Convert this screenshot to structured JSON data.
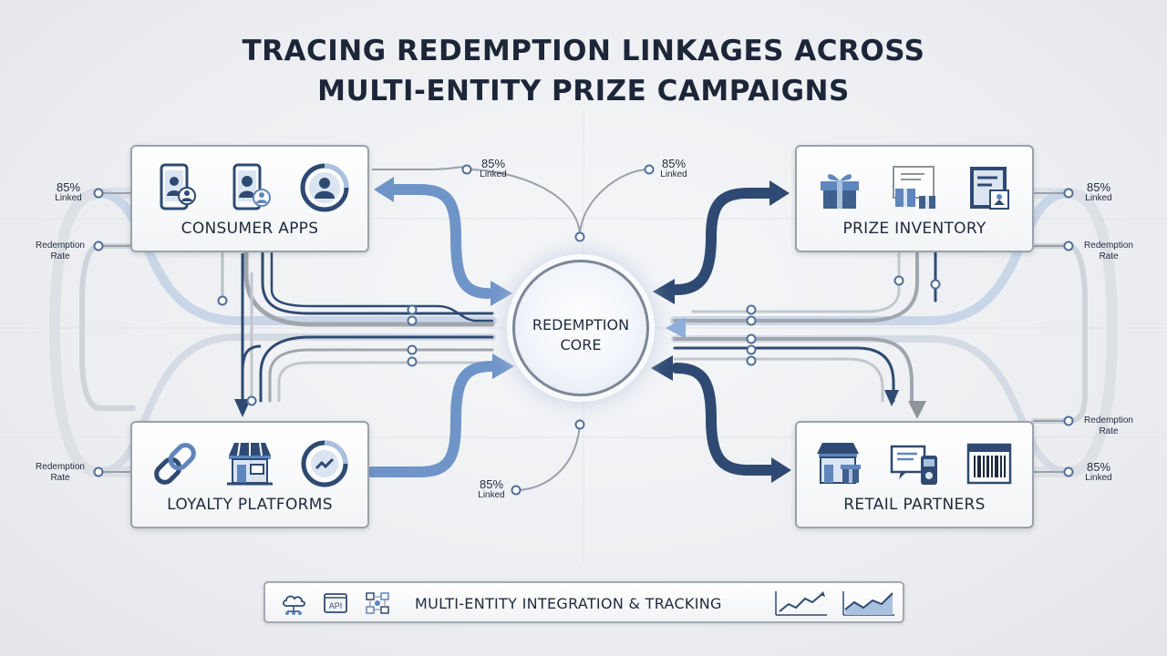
{
  "title": {
    "line1": "TRACING REDEMPTION LINKAGES ACROSS",
    "line2": "MULTI-ENTITY PRIZE CAMPAIGNS"
  },
  "core": {
    "line1": "REDEMPTION",
    "line2": "CORE"
  },
  "entities": {
    "consumer_apps": {
      "label": "CONSUMER APPS",
      "icons": [
        "mobile-user-icon",
        "mobile-users-icon",
        "user-circle-icon"
      ]
    },
    "prize_inventory": {
      "label": "PRIZE INVENTORY",
      "icons": [
        "gift-box-icon",
        "gift-voucher-icon",
        "prize-card-icon"
      ]
    },
    "loyalty_platforms": {
      "label": "LOYALTY PLATFORMS",
      "icons": [
        "chain-link-icon",
        "storefront-icon",
        "loyalty-badge-icon"
      ]
    },
    "retail_partners": {
      "label": "RETAIL PARTNERS",
      "icons": [
        "shop-gift-icon",
        "pos-terminal-icon",
        "barcode-icon"
      ]
    }
  },
  "stats": {
    "left_top_pct": "85%",
    "left_top_sub": "Linked",
    "left_mid_line1": "Redemption",
    "left_mid_line2": "Rate",
    "left_bot_line1": "Redemption",
    "left_bot_line2": "Rate",
    "center_top_left_pct": "85%",
    "center_top_left_sub": "Linked",
    "center_top_right_pct": "85%",
    "center_top_right_sub": "Linked",
    "center_bottom_pct": "85%",
    "center_bottom_sub": "Linked",
    "right_top_pct": "85%",
    "right_top_sub": "Linked",
    "right_mid_line1": "Redemption",
    "right_mid_line2": "Rate",
    "right_lower_line1": "Redemption",
    "right_lower_line2": "Rate",
    "right_bot_pct": "85%",
    "right_bot_sub": "Linked"
  },
  "footer": {
    "text": "MULTI-ENTITY INTEGRATION & TRACKING",
    "api_label": "API",
    "icons": [
      "cloud-network-icon",
      "api-icon",
      "data-flow-icon",
      "line-chart-icon",
      "area-chart-icon"
    ]
  },
  "colors": {
    "dark_blue": "#2f4a72",
    "mid_blue": "#5f86bd",
    "light_blue": "#a9c0de",
    "gray": "#8e949c",
    "light_gray": "#c4c9d0"
  }
}
